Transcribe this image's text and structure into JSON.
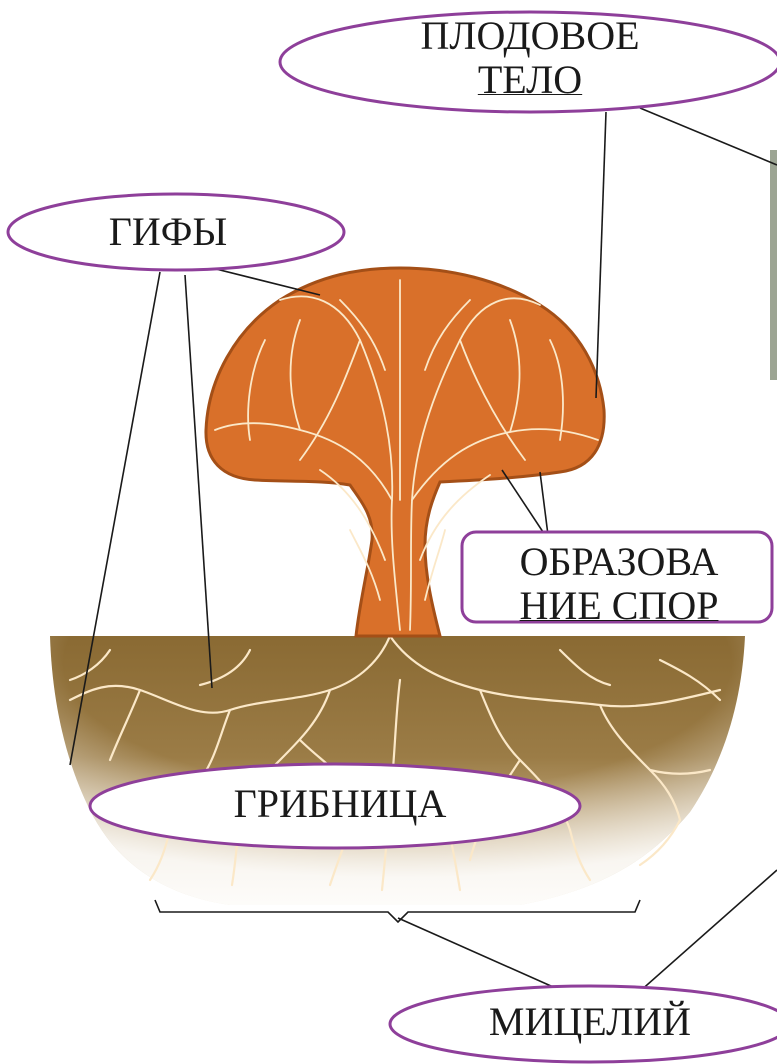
{
  "labels": {
    "fruiting_body": "ПЛОДОВОЕ ТЕЛО",
    "fruiting_body_line1": "ПЛОДОВОЕ",
    "fruiting_body_line2": "ТЕЛО",
    "hyphae": "ГИФЫ",
    "spore_formation_line1": "ОБРАЗОВА",
    "spore_formation_line2": "НИЕ СПОР",
    "mycelium_ground": "ГРИБНИЦА",
    "mycelium": "МИЦЕЛИЙ"
  },
  "colors": {
    "oval_border": "#8e3f9a",
    "mushroom_fill": "#d9702a",
    "mushroom_edge": "#a44f17",
    "hyphae_strand": "#fbe8c8",
    "soil_top": "#8a6a33",
    "soil_bottom": "#e9dcc6",
    "leader_line": "#1a1a1a"
  }
}
